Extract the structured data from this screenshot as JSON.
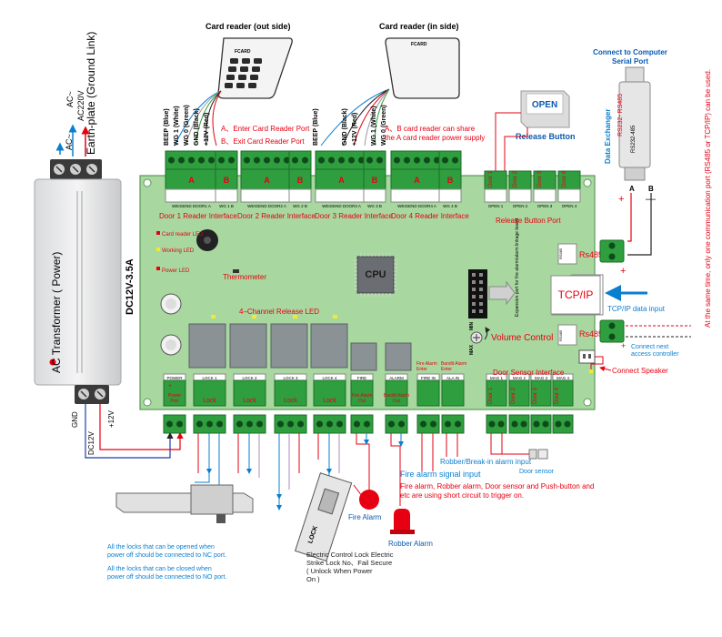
{
  "colors": {
    "board": "#a8d8a0",
    "board_edge": "#5a9a58",
    "terminal": "#2e9e3e",
    "terminal_dark": "#1e6e2a",
    "red": "#e60012",
    "blue": "#0a7fd0",
    "relay": "#8a9296"
  },
  "left": {
    "ac_minus": "AC~",
    "ac_minus2": "AC~",
    "ac220": "AC220V",
    "earth": "Earth-plate (Ground Link)",
    "transformer": "AC Transformer ( Power)",
    "dc_rating": "DC12V-3.5A",
    "gnd": "GND",
    "plus12": "+12V",
    "dc12v": "DC12V"
  },
  "top": {
    "reader_out": "Card reader (out side)",
    "reader_in": "Card reader (in side)",
    "fcard": "FCARD",
    "fcard2": "FCARD",
    "wires_out": [
      "BEEP (Blue)",
      "WG 1 (White)",
      "WG 0 (Green)",
      "GND (Black)",
      "+12V (Red)"
    ],
    "wires_in": [
      "BEEP (Blue)",
      "GND (Black)",
      "+12V (Red)",
      "WG 1 (White)",
      "WG 0 (Green)"
    ],
    "note_a": "A、Enter Card Reader Port",
    "note_b": "B、Exit Card Reader Port",
    "note_share": "A、B card reader can share the A card reader power supply",
    "open": "OPEN",
    "release_button": "Release Button"
  },
  "right": {
    "connect_pc": "Connect to Computer Serial Port",
    "data_exchanger": "Data Exchanger",
    "rs232_485": "RS232- RS485",
    "rs232_485_b": "RS232-485",
    "a": "A",
    "b": "B",
    "plus": "+",
    "minus": "—",
    "side_note": "At the same time, only one communication port (RS485 or TCP/IP) can be used.",
    "tcpip": "TCP/IP",
    "tcpip_input": "TCP/IP data input",
    "connect_next": "Connect next access controller",
    "connect_speaker": "Connect Speaker",
    "rs485_1": "Rs485",
    "rs485_2": "Rs485"
  },
  "board": {
    "ab": [
      "A",
      "B",
      "A",
      "B",
      "A",
      "B",
      "A",
      "B"
    ],
    "reader_interfaces": [
      "Door 1 Reader Interface",
      "Door 2 Reader Interface",
      "Door 3 Reader Interface",
      "Door 4 Reader Interface"
    ],
    "release_port": "Release Button Port",
    "wd_labels": [
      "WEIGEND DOOR1 A",
      "WG 1 B",
      "WEIGEND DOOR2 A",
      "WG 2 B",
      "WEIGEND DOOR3 A",
      "WG 3 B",
      "WEIGEND DOOR4 A",
      "WG 4 B"
    ],
    "doors": [
      "Door 1",
      "Door 2",
      "Door 3",
      "Door 4"
    ],
    "open_labels": [
      "OPEN 1",
      "OPEN 2",
      "OPEN 3",
      "OPEN 4"
    ],
    "card_led": "Card reader LED",
    "working_led": "Working LED",
    "power_led": "Power LED",
    "thermometer": "Thermometer",
    "cpu": "CPU",
    "release_led": "4–Channel Release LED",
    "expansion": "Expansion port for fire alarm/alarm linkage board",
    "volume": "Volume Control",
    "min": "MIN",
    "max": "MAX",
    "fire_alarm_enter": "Fire Alarm Enter",
    "bandit_alarm_enter": "Bandit Alarm Enter",
    "door_sensor_interface": "Door Sensor Interface",
    "bottom_labels": [
      "POWER",
      "LOCK 1",
      "LOCK 2",
      "LOCK 3",
      "LOCK 4",
      "FIRE",
      "ALARM"
    ],
    "fire_in": "FIRE IN",
    "ala_in": "ALA IN",
    "mag_labels": [
      "MAG 1",
      "MAG 2",
      "MAG 3",
      "MAG 4"
    ],
    "power_port": "Power Port",
    "lock": "Lock",
    "fire_alarm_out": "Fire Alarm Out",
    "bandit_alarm_out": "Bandit Alarm Out"
  },
  "bottom": {
    "fire_alarm_signal": "Fire alarm signal input",
    "robber_input": "Robber/Break-in alarm input",
    "door_sensor": "Door sensor",
    "short_circuit": "Fire alarm, Robber alarm, Door sensor and Push-button and etc are using short circuit to trigger on.",
    "fire_alarm": "Fire Alarm",
    "robber_alarm": "Robber Alarm",
    "lock_word": "LOCK",
    "nc_note": "All the locks that can be opened when power off should be connected to NC port.",
    "no_note": "All the locks that can be closed when power off should be connected to NO port.",
    "electric_note": "Electric Control Lock Electric Strike Lock No、Fail Secure ( Unlock When Power On )"
  }
}
